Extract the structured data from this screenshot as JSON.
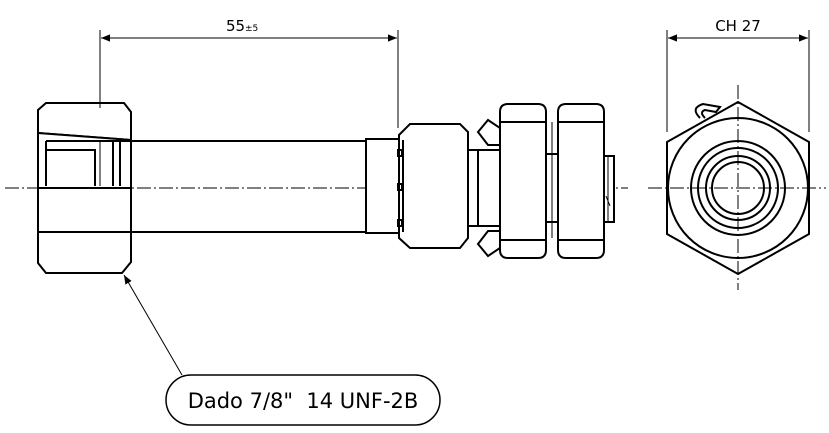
{
  "dimensions": {
    "length_value": "55",
    "length_tolerance": "±5",
    "hex_size": "CH 27"
  },
  "callout": {
    "text": "Dado 7/8\"  14 UNF-2B"
  }
}
